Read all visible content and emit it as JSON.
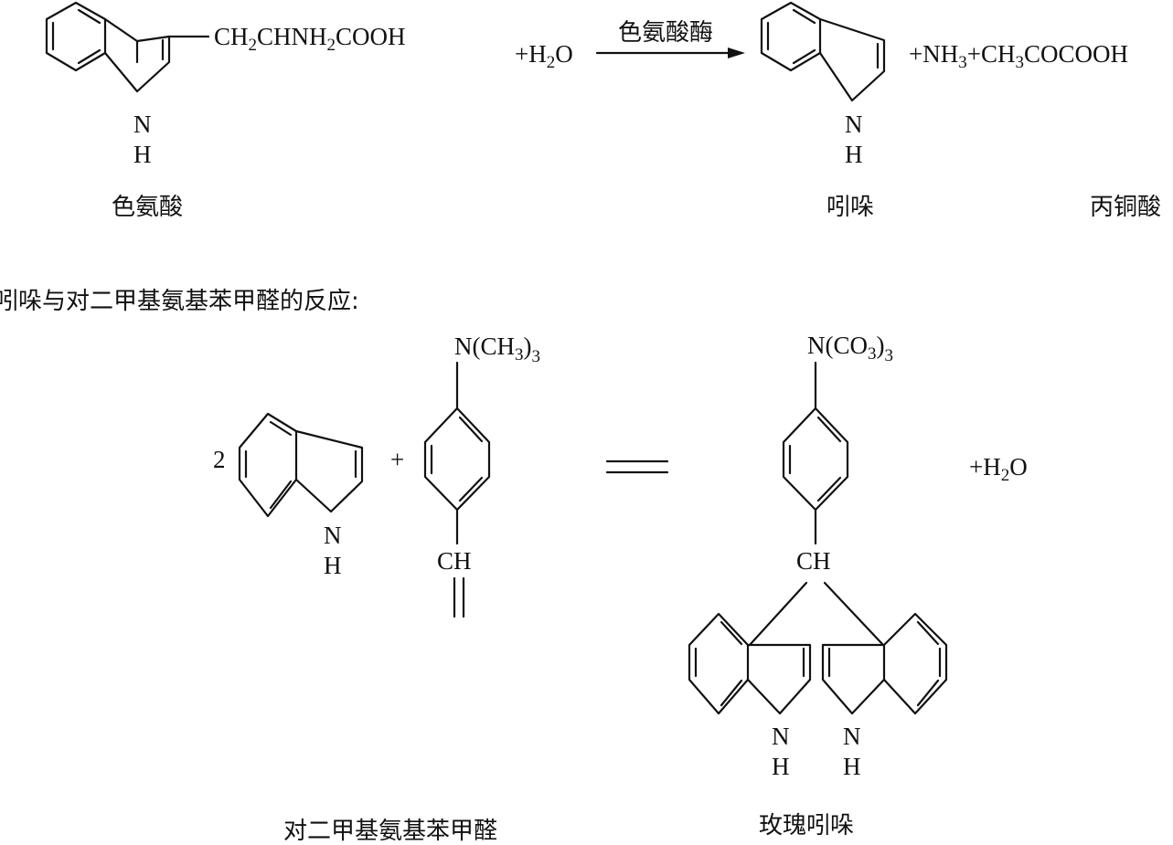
{
  "reaction1": {
    "tryptophan_side_chain": {
      "a": "CH",
      "b": "2",
      "c": "CHNH",
      "d": "2",
      "e": "COOH"
    },
    "nh_n": "N",
    "nh_h": "H",
    "plus_water": {
      "a": "+H",
      "b": "2",
      "c": "O"
    },
    "enzyme": "色氨酸酶",
    "products_tail": {
      "a": "+NH",
      "b": "3",
      "c": "+CH",
      "d": "3",
      "e": "COCOOH"
    },
    "label_tryptophan": "色氨酸",
    "label_indole": "吲哚",
    "label_pyruvate": "丙铜酸"
  },
  "section_heading": "吲哚与对二甲基氨基苯甲醛的反应:",
  "reaction2": {
    "coefficient": "2",
    "plus": "+",
    "reagent_group": {
      "a": "N(CH",
      "b": "3",
      "c": ")",
      "d": "3"
    },
    "reagent_ch": "CH",
    "product_group": {
      "a": "N(CO",
      "b": "3",
      "c": ")",
      "d": "3"
    },
    "product_ch": "CH",
    "plus_water": {
      "a": "+H",
      "b": "2",
      "c": "O"
    },
    "label_reagent": "对二甲基氨基苯甲醛",
    "label_product": "玫瑰吲哚"
  }
}
